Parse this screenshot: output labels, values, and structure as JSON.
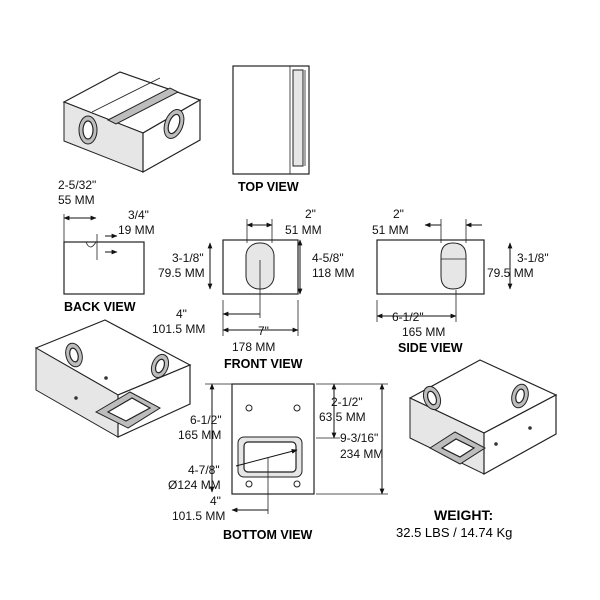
{
  "views": {
    "top": "TOP VIEW",
    "back": "BACK VIEW",
    "front": "FRONT VIEW",
    "side": "SIDE VIEW",
    "bottom": "BOTTOM VIEW"
  },
  "dims": {
    "back_width_in": "2-5/32\"",
    "back_width_mm": "55 MM",
    "back_notch_in": "3/4\"",
    "back_notch_mm": "19 MM",
    "front_slot_w_in": "2\"",
    "front_slot_w_mm": "51 MM",
    "front_slot_h_in": "3-1/8\"",
    "front_slot_h_mm": "79.5 MM",
    "front_h_in": "4-5/8\"",
    "front_h_mm": "118 MM",
    "front_depth_in": "4\"",
    "front_depth_mm": "101.5 MM",
    "front_w_in": "7\"",
    "front_w_mm": "178 MM",
    "side_slot_w_in": "2\"",
    "side_slot_w_mm": "51 MM",
    "side_slot_h_in": "3-1/8\"",
    "side_slot_h_mm": "79.5 MM",
    "side_w_in": "6-1/2\"",
    "side_w_mm": "165 MM",
    "bottom_w_in": "6-1/2\"",
    "bottom_w_mm": "165 MM",
    "bottom_off_in": "2-1/2\"",
    "bottom_off_mm": "63.5 MM",
    "bottom_len_in": "9-3/16\"",
    "bottom_len_mm": "234 MM",
    "hole_in": "4-7/8\"",
    "hole_mm": "Ø124 MM",
    "bottom_depth_in": "4\"",
    "bottom_depth_mm": "101.5 MM"
  },
  "weight": {
    "label": "WEIGHT:",
    "value": "32.5 LBS / 14.74 Kg"
  }
}
